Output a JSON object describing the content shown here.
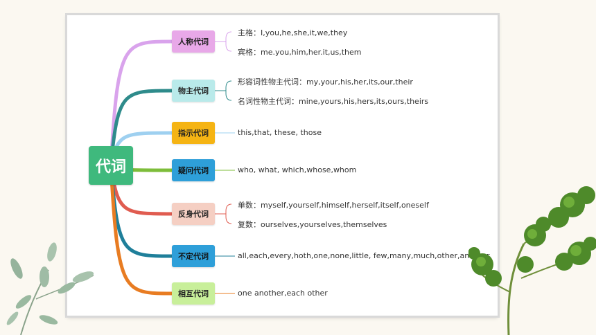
{
  "root": {
    "label": "代词"
  },
  "categories": [
    {
      "label": "人称代词",
      "color": "#e8a8e8",
      "line": "#d9a3ec",
      "leaves": [
        "主格：I,you,he,she,it,we,they",
        "宾格：me.you,him,her.it,us,them"
      ]
    },
    {
      "label": "物主代词",
      "color": "#b9eaea",
      "line": "#2e8b8b",
      "leaves": [
        "形容词性物主代词：my,your,his,her,its,our,their",
        "名词性物主代词：mine,yours,his,hers,its,ours,theirs"
      ]
    },
    {
      "label": "指示代词",
      "color": "#f5b414",
      "line": "#9ed0f0",
      "leaves": [
        "this,that, these, those"
      ]
    },
    {
      "label": "疑问代词",
      "color": "#2e9fd9",
      "line": "#7dbd3a",
      "leaves": [
        "who, what, which,whose,whom"
      ]
    },
    {
      "label": "反身代词",
      "color": "#f5cfc3",
      "line": "#e05c50",
      "leaves": [
        "单数：myself,yourself,himself,herself,itself,oneself",
        "复数：ourselves,yourselves,themselves"
      ]
    },
    {
      "label": "不定代词",
      "color": "#2e9fd9",
      "line": "#1f7f9a",
      "leaves": [
        "all,each,every,hoth,one,none,little, few,many,much,other,another"
      ]
    },
    {
      "label": "相互代词",
      "color": "#c8ef9a",
      "line": "#e87c22",
      "leaves": [
        "one another,each other"
      ]
    }
  ]
}
